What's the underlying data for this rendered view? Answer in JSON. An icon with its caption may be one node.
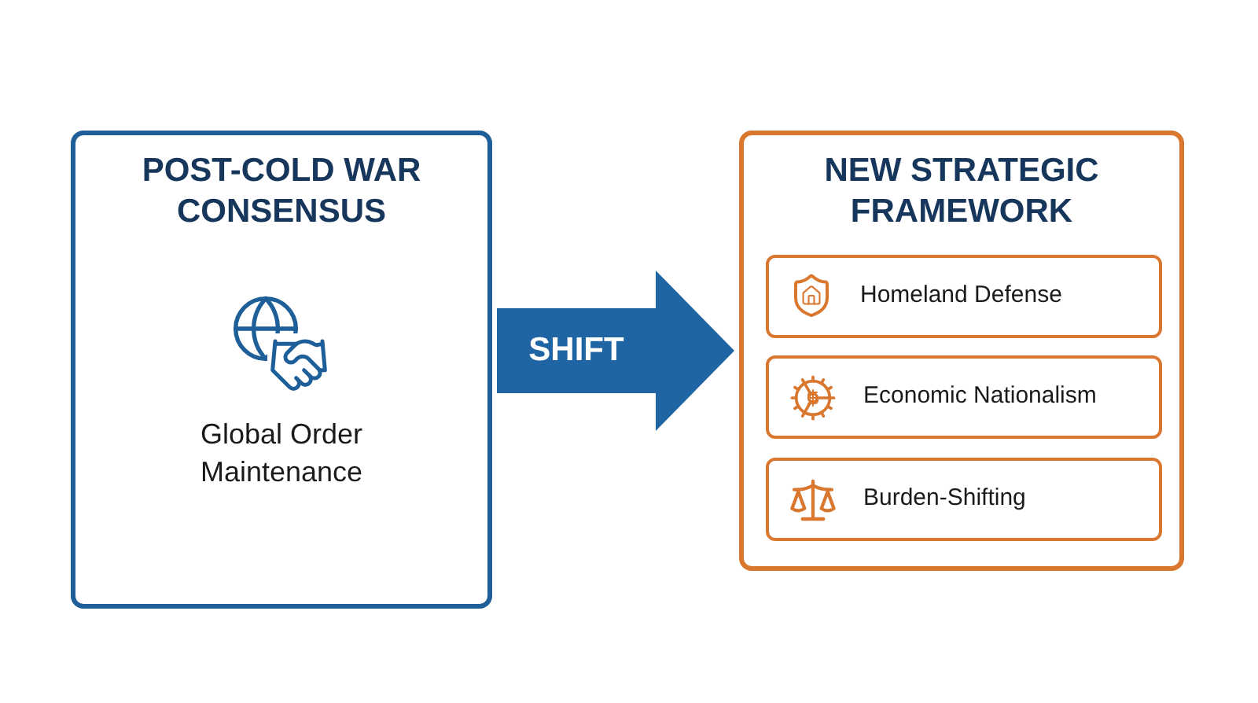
{
  "diagram": {
    "nodes": [
      {
        "text": [
          "POST-COLD WAR CONSENSUS",
          "Global Order Maintenance"
        ]
      },
      {
        "text": [
          "NEW STRATEGIC FRAMEWORK"
        ]
      },
      {
        "text": [
          "Homeland Defense"
        ],
        "in": 1
      },
      {
        "text": [
          "Economic Nationalism"
        ],
        "in": 1
      },
      {
        "text": [
          "Burden-Shifting"
        ],
        "in": 1
      }
    ],
    "edges": [
      {
        "from": 0,
        "to": 1,
        "arrow": "to",
        "label": "SHIFT",
        "style": "thick"
      }
    ]
  }
}
